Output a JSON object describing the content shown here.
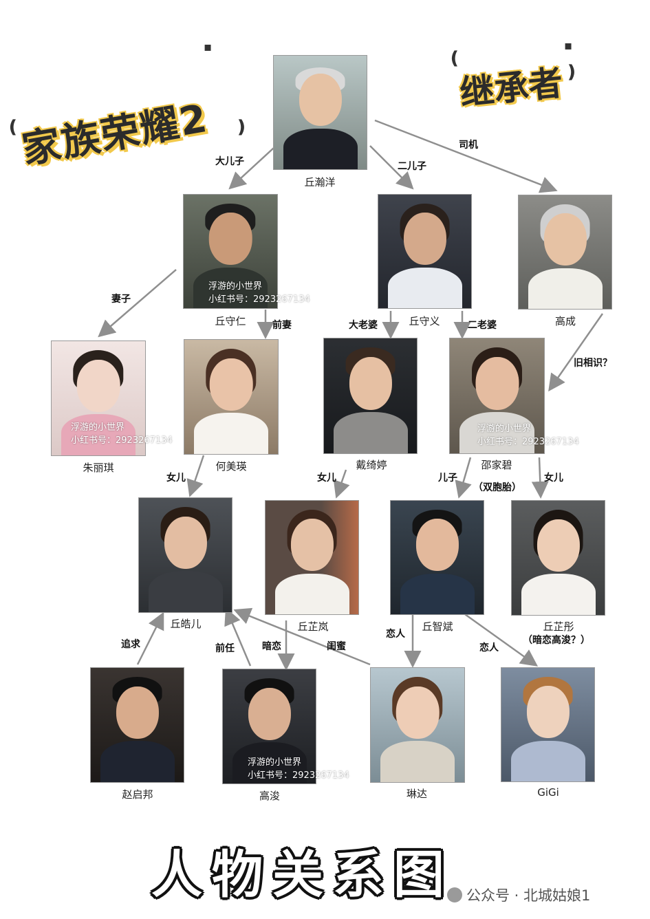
{
  "titles": {
    "drama": "家族荣耀2",
    "subtitle": "继承者",
    "chart": "人物关系图"
  },
  "source": "公众号 · 北城姑娘1",
  "watermark": {
    "line1": "浮游的小世界",
    "line2": "小红书号：2923267134"
  },
  "people": {
    "qiu_hanyang": "丘瀚洋",
    "qiu_shouren": "丘守仁",
    "qiu_shouyi": "丘守义",
    "gao_cheng": "高成",
    "zhu_liqi": "朱丽琪",
    "he_meiying": "何美瑛",
    "dai_qiting": "戴绮婷",
    "shao_jiabi": "邵家碧",
    "qiu_haoer": "丘皓儿",
    "qiu_zhilan": "丘芷岚",
    "qiu_zhibin": "丘智斌",
    "qiu_zhitong": "丘芷彤",
    "zhao_qibang": "赵启邦",
    "gao_jun": "高浚",
    "lin_da": "琳达",
    "gigi": "GiGi"
  },
  "relations": {
    "eldest_son": "大儿子",
    "second_son": "二儿子",
    "driver": "司机",
    "wife": "妻子",
    "ex_wife": "前妻",
    "first_wife": "大老婆",
    "second_wife": "二老婆",
    "old_acquaintance": "旧相识？",
    "daughter_he": "女儿",
    "daughter_dai": "女儿",
    "son_shao": "儿子",
    "twins": "（双胞胎）",
    "daughter_shao": "女儿",
    "pursue": "追求",
    "ex": "前任",
    "secret_crush": "暗恋",
    "bestie": "闺蜜",
    "lover_lin": "恋人",
    "lover_gigi": "恋人",
    "crush_gao_jun": "（暗恋高浚？）"
  },
  "colors": {
    "accent_yellow": "#f2c94c",
    "arrow_gray": "#8f8f8f"
  }
}
